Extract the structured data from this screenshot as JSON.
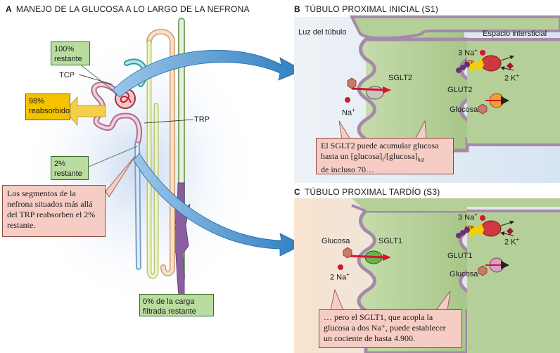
{
  "panel_a": {
    "letter": "A",
    "title": "MANEJO DE LA GLUCOSA A LO LARGO DE LA NEFRONA",
    "box_100": "100% restante",
    "label_tcp": "TCP",
    "box_98": "98% reabsorbido",
    "label_trp": "TRP",
    "box_2": "2% restante",
    "note": "Los segmentos de la nefrona situados más allá del TRP reabsorben el 2% restante.",
    "box_0": "0% de la carga filtrada restante"
  },
  "panel_b": {
    "letter": "B",
    "title": "TÚBULO PROXIMAL INICIAL (S1)",
    "lumen": "Luz del túbulo",
    "interstitial": "Espacio intersticial",
    "na3": "3 Na",
    "k2": "2 K",
    "atp": "ATP",
    "transporter": "SGLT2",
    "glut": "GLUT2",
    "glucose": "Glucosa",
    "na": "Na",
    "note_l1": "El SGLT2 puede acumular glucosa",
    "note_l2a": "hasta un [glucosa]",
    "note_sub_i": "i",
    "note_l2b": "/[glucosa]",
    "note_sub_luz": "luz",
    "note_l3": "de incluso 70…"
  },
  "panel_c": {
    "letter": "C",
    "title": "TÚBULO PROXIMAL TARDÍO (S3)",
    "na3": "3 Na",
    "k2": "2 K",
    "atp": "ATP",
    "glucose_left": "Glucosa",
    "transporter": "SGLT1",
    "na2": "2 Na",
    "glut": "GLUT1",
    "glucose_right": "Glucosa",
    "note_l1": "… pero el SGLT1, que acopla la",
    "note_l2": "glucosa a dos Na⁺, puede establecer",
    "note_l3": "un cociente de hasta 4.900."
  },
  "colors": {
    "interstitial_blue": "#dce8f4",
    "cell_green": "#b5cf98",
    "membrane": "#a58aa8",
    "arrow_blue": "#2f86c8",
    "sodium_red": "#d4162e",
    "glucose_hex": "#c97a6a"
  }
}
